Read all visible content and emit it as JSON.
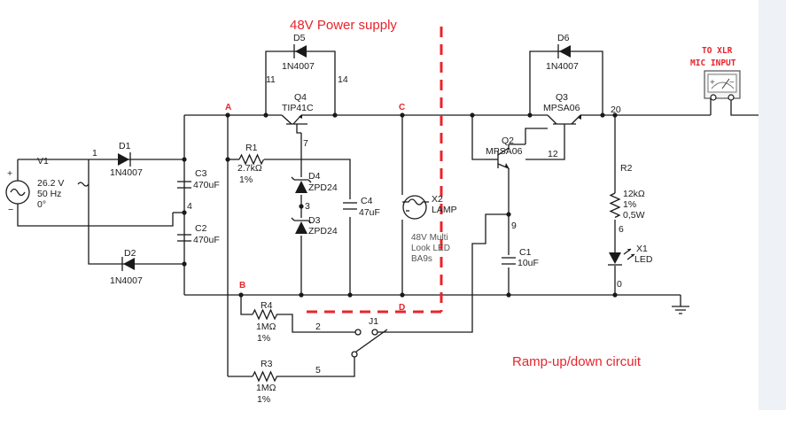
{
  "annotations": {
    "power_supply_title": "48V Power supply",
    "ramp_title": "Ramp-up/down circuit",
    "xlr_line1": "TO XLR",
    "xlr_line2": "MIC INPUT"
  },
  "node_labels": {
    "a": "A",
    "b": "B",
    "c": "C",
    "d": "D"
  },
  "net_numbers": {
    "n1": "1",
    "n2": "2",
    "n3": "3",
    "n4": "4",
    "n5": "5",
    "n6": "6",
    "n7": "7",
    "n9": "9",
    "n11": "11",
    "n12": "12",
    "n14": "14",
    "n20": "20",
    "n0": "0"
  },
  "components": {
    "v1": {
      "ref": "V1",
      "voltage": "26.2 V",
      "freq": "50 Hz",
      "phase": "0°"
    },
    "d1": {
      "ref": "D1",
      "part": "1N4007"
    },
    "d2": {
      "ref": "D2",
      "part": "1N4007"
    },
    "d3": {
      "ref": "D3",
      "part": "ZPD24"
    },
    "d4": {
      "ref": "D4",
      "part": "ZPD24"
    },
    "d5": {
      "ref": "D5",
      "part": "1N4007"
    },
    "d6": {
      "ref": "D6",
      "part": "1N4007"
    },
    "c1": {
      "ref": "C1",
      "value": "10uF"
    },
    "c2": {
      "ref": "C2",
      "value": "470uF"
    },
    "c3": {
      "ref": "C3",
      "value": "470uF"
    },
    "c4": {
      "ref": "C4",
      "value": "47uF"
    },
    "r1": {
      "ref": "R1",
      "value": "2.7kΩ",
      "tol": "1%"
    },
    "r2": {
      "ref": "R2",
      "value": "12kΩ",
      "tol": "1%",
      "power": "0,5W"
    },
    "r3": {
      "ref": "R3",
      "value": "1MΩ",
      "tol": "1%"
    },
    "r4": {
      "ref": "R4",
      "value": "1MΩ",
      "tol": "1%"
    },
    "q2": {
      "ref": "Q2",
      "part": "MPSA06"
    },
    "q3": {
      "ref": "Q3",
      "part": "MPSA06"
    },
    "q4": {
      "ref": "Q4",
      "part": "TIP41C"
    },
    "x1": {
      "ref": "X1",
      "part": "LED"
    },
    "x2": {
      "ref": "X2",
      "part": "LAMP",
      "note1": "48V Multi",
      "note2": "Look LED",
      "note3": "BA9s"
    },
    "j1": {
      "ref": "J1"
    }
  },
  "colors": {
    "accent_red": "#e8242b",
    "wire": "#1a1a1a",
    "sidebar": "#eef1f6"
  }
}
